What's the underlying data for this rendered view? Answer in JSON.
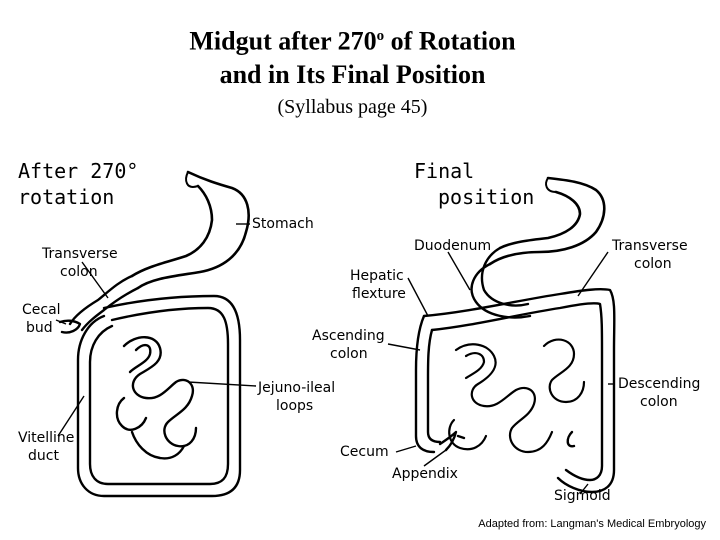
{
  "title": {
    "line1_before": "Midgut after 270",
    "line1_sup": "o",
    "line1_after": " of Rotation",
    "line2": "and in Its Final Position",
    "subtitle": "(Syllabus page 45)"
  },
  "left_panel": {
    "heading_line1": "After 270°",
    "heading_line2": "rotation",
    "labels": {
      "stomach": "Stomach",
      "transverse_colon_1": "Transverse",
      "transverse_colon_2": "colon",
      "cecal_bud_1": "Cecal",
      "cecal_bud_2": "bud",
      "jejuno_ileal_1": "Jejuno-ileal",
      "jejuno_ileal_2": "loops",
      "vitelline_1": "Vitelline",
      "vitelline_2": "duct"
    }
  },
  "right_panel": {
    "heading_line1": "Final",
    "heading_line2": "position",
    "labels": {
      "duodenum": "Duodenum",
      "transverse_colon_1": "Transverse",
      "transverse_colon_2": "colon",
      "hepatic_1": "Hepatic",
      "hepatic_2": "flexture",
      "ascending_1": "Ascending",
      "ascending_2": "colon",
      "descending_1": "Descending",
      "descending_2": "colon",
      "cecum": "Cecum",
      "appendix": "Appendix",
      "sigmoid": "Sigmoid"
    }
  },
  "credit": "Adapted from:  Langman's Medical Embryology",
  "colors": {
    "ink": "#000000",
    "background": "#ffffff"
  }
}
